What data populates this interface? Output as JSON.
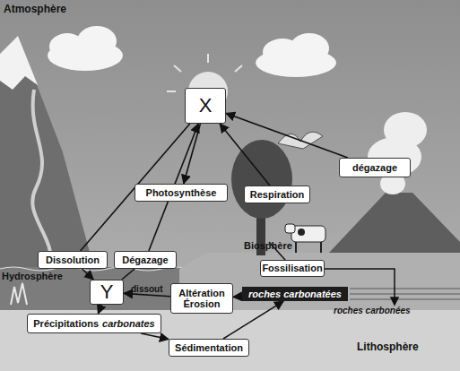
{
  "diagram": {
    "nodes": [
      {
        "text": [
          "X"
        ]
      },
      {
        "text": [
          "Photosynthèse"
        ]
      },
      {
        "text": [
          "dégazage"
        ]
      },
      {
        "text": [
          "Respiration"
        ]
      },
      {
        "text": [
          "Dissolution"
        ]
      },
      {
        "text": [
          "Dégazage"
        ]
      },
      {
        "text": [
          "Fossilisation"
        ]
      },
      {
        "text": [
          "Y"
        ]
      },
      {
        "text": [
          "Altération Érosion"
        ]
      },
      {
        "text": [
          "roches carbonatées"
        ]
      },
      {
        "text": [
          "Précipitations",
          "carbonates"
        ]
      },
      {
        "text": [
          "Sédimentation"
        ]
      }
    ],
    "edges": [
      {
        "from": 0,
        "to": 1,
        "arrow": "to"
      },
      {
        "from": 3,
        "to": 0,
        "arrow": "to"
      },
      {
        "from": 2,
        "to": 0,
        "arrow": "to"
      },
      {
        "from": 0,
        "to": 4,
        "arrow": "none"
      },
      {
        "from": 4,
        "to": 7,
        "arrow": "to"
      },
      {
        "from": 7,
        "to": 5,
        "arrow": "none"
      },
      {
        "from": 5,
        "to": 0,
        "arrow": "to"
      },
      {
        "from": 8,
        "to": 7,
        "label": "dissout",
        "arrow": "to"
      },
      {
        "from": 9,
        "to": 8,
        "arrow": "to"
      },
      {
        "from": 7,
        "to": 10,
        "arrow": "to"
      },
      {
        "from": 10,
        "to": 11,
        "arrow": "to"
      },
      {
        "from": 11,
        "to": 9,
        "arrow": "to"
      }
    ],
    "labels": [
      "Atmosphère",
      "Biosphère",
      "Hydrosphère",
      "roches carbonées",
      "Lithosphère"
    ]
  }
}
